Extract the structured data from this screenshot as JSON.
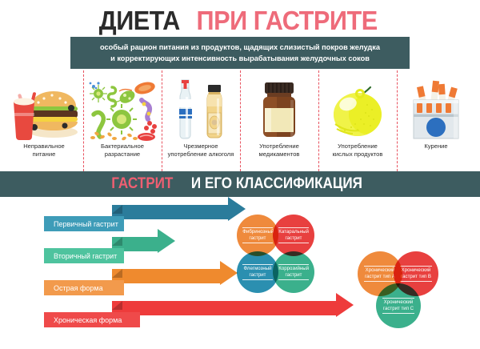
{
  "title": {
    "part1": "ДИЕТА",
    "part2": "ПРИ ГАСТРИТЕ",
    "color_dark": "#2b2b2b",
    "color_pink": "#ee6b7a"
  },
  "subtitle": {
    "line1": "особый рацион питания из продуктов, щадящих слизистый покров желудка",
    "line2": "и корректирующих интенсивность вырабатывания желудочных соков",
    "bar_color": "#3d5c60"
  },
  "causes": [
    {
      "label_line1": "Неправильное",
      "label_line2": "питание",
      "icon": "burger-and-soda-icon"
    },
    {
      "label_line1": "Бактериальное",
      "label_line2": "разрастание",
      "icon": "bacteria-icon"
    },
    {
      "label_line1": "Чрезмерное",
      "label_line2": "употребление алкоголя",
      "icon": "alcohol-bottles-icon"
    },
    {
      "label_line1": "Употребление",
      "label_line2": "медикаментов",
      "icon": "medicine-bottle-icon"
    },
    {
      "label_line1": "Употребление",
      "label_line2": "кислых продуктов",
      "icon": "lemon-icon"
    },
    {
      "label_line1": "Курение",
      "label_line2": "",
      "icon": "cigarette-pack-icon"
    }
  ],
  "section": {
    "highlight": "ГАСТРИТ",
    "rest": "И ЕГО КЛАССИФИКАЦИЯ",
    "bar_color": "#3d5c60",
    "highlight_color": "#ef5f72"
  },
  "arrows": [
    {
      "label": "Первичный гастрит",
      "shaft_color": "#2b7c9b",
      "label_color": "#3e9cb8"
    },
    {
      "label": "Вторичный гастрит",
      "shaft_color": "#3bb08c",
      "label_color": "#4ec39e"
    },
    {
      "label": "Острая форма",
      "shaft_color": "#ef8a2e",
      "label_color": "#f29a4c"
    },
    {
      "label": "Хроническая форма",
      "shaft_color": "#ee3b3b",
      "label_color": "#ef4a4a"
    }
  ],
  "cluster_acute": [
    {
      "line1": "Фибринозный",
      "line2": "гастрит",
      "color": "#ef8a3c"
    },
    {
      "line1": "Катаральный",
      "line2": "гастрит",
      "color": "#e8403f"
    },
    {
      "line1": "Флегмозный",
      "line2": "гастрит",
      "color": "#2b8fb0"
    },
    {
      "line1": "Коррозийный",
      "line2": "гастрит",
      "color": "#3bb08c"
    }
  ],
  "cluster_chronic": [
    {
      "line1": "Хронический",
      "line2": "гастрит тип A",
      "color": "#ef8a3c"
    },
    {
      "line1": "Хронический",
      "line2": "гастрит тип B",
      "color": "#e8403f"
    },
    {
      "line1": "Хронический",
      "line2": "гастрит тип C",
      "color": "#3bb08c"
    }
  ]
}
